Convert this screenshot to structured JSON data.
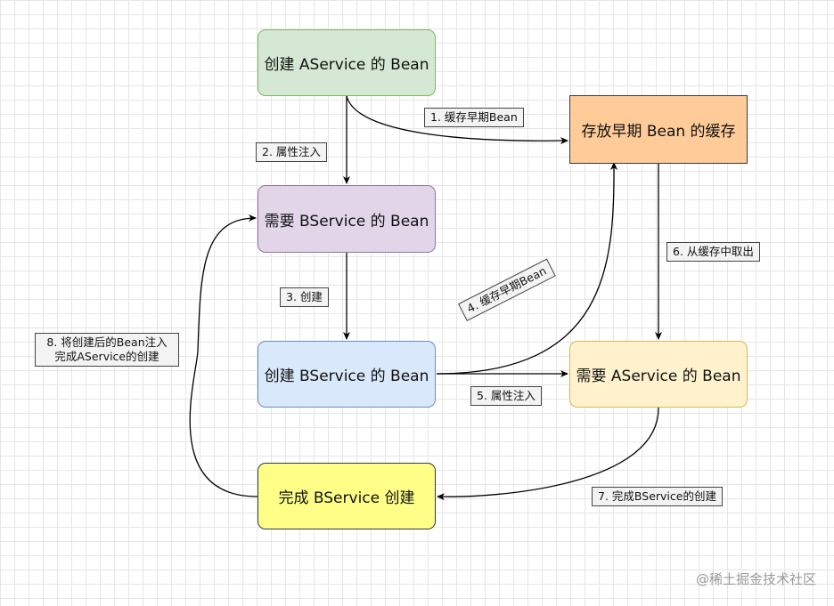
{
  "nodes": {
    "create_a": "创建 AService 的 Bean",
    "early_cache": "存放早期 Bean 的缓存",
    "need_b": "需要 BService 的 Bean",
    "create_b": "创建 BService 的 Bean",
    "need_a": "需要 AService 的 Bean",
    "finish_b": "完成 BService 创建"
  },
  "edges": {
    "e1": "1. 缓存早期Bean",
    "e2": "2. 属性注入",
    "e3": "3. 创建",
    "e4": "4. 缓存早期Bean",
    "e5": "5. 属性注入",
    "e6": "6. 从缓存中取出",
    "e7": "7. 完成BService的创建",
    "e8_line1": "8. 将创建后的Bean注入",
    "e8_line2": "完成AService的创建"
  },
  "watermark": "@稀土掘金技术社区",
  "colors": {
    "green_fill": "#d5e8d4",
    "green_stroke": "#82b366",
    "orange_fill": "#ffcc99",
    "orange_stroke": "#36393d",
    "purple_fill": "#e1d5e7",
    "purple_stroke": "#9673a6",
    "blue_fill": "#dae8fc",
    "blue_stroke": "#6c8ebf",
    "amber_fill": "#fff2cc",
    "amber_stroke": "#d6b656",
    "yellow_fill": "#ffff88",
    "yellow_stroke": "#36393d"
  }
}
